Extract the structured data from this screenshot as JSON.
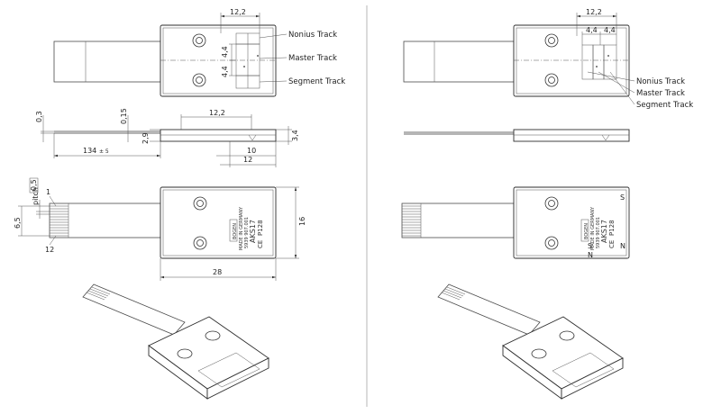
{
  "track_labels": {
    "nonius": "Nonius Track",
    "master": "Master Track",
    "segment": "Segment Track"
  },
  "dimensions": {
    "top_width": "12,2",
    "track_4_4_a": "4,4",
    "track_4_4_b": "4,4",
    "side_0_3": "0,3",
    "side_0_15": "0,15",
    "side_12_2": "12,2",
    "side_2_9": "2,9",
    "side_3_4": "3,4",
    "side_10": "10",
    "side_12": "12",
    "side_134": "134",
    "side_tol": "± 5",
    "pitch_label": "pitch",
    "pitch_value": "0,5",
    "pin_1": "1",
    "pin_12": "12",
    "height_6_5": "6,5",
    "width_28": "28",
    "height_16": "16"
  },
  "marking": {
    "brand": "BOGEN",
    "origin": "MADE IN GERMANY",
    "serial": "5939 907.001",
    "model": "AKS17",
    "ce": "CE",
    "pole": "P128",
    "pole_s": "S",
    "pole_n": "N"
  }
}
